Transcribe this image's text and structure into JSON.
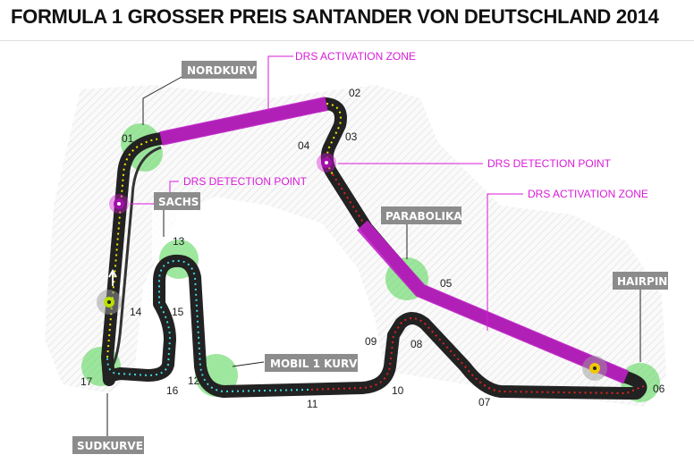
{
  "title": "FORMULA 1 GROSSER PREIS SANTANDER VON DEUTSCHLAND 2014",
  "corners": {
    "nordkurve": "NORDKURVE",
    "sachs": "SACHS",
    "parabolika": "PARABOLIKA",
    "hairpin": "HAIRPIN",
    "mobil1": "MOBIL 1 KURVE",
    "sudkurve": "SUDKURVE"
  },
  "drs": {
    "activation1": "DRS ACTIVATION ZONE",
    "activation2": "DRS ACTIVATION ZONE",
    "detection1": "DRS DETECTION POINT",
    "detection2": "DRS DETECTION POINT"
  },
  "turns": {
    "t01": "01",
    "t02": "02",
    "t03": "03",
    "t04": "04",
    "t05": "05",
    "t06": "06",
    "t07": "07",
    "t08": "08",
    "t09": "09",
    "t10": "10",
    "t11": "11",
    "t12": "12",
    "t13": "13",
    "t14": "14",
    "t15": "15",
    "t16": "16",
    "t17": "17"
  },
  "colors": {
    "drs": "#d81ad8",
    "track": "#222222",
    "sector1": "#f2e600",
    "sector2": "#e02020",
    "sector3": "#40d8e0",
    "corner": "#5fd65f",
    "label": "#8c8c8c"
  }
}
